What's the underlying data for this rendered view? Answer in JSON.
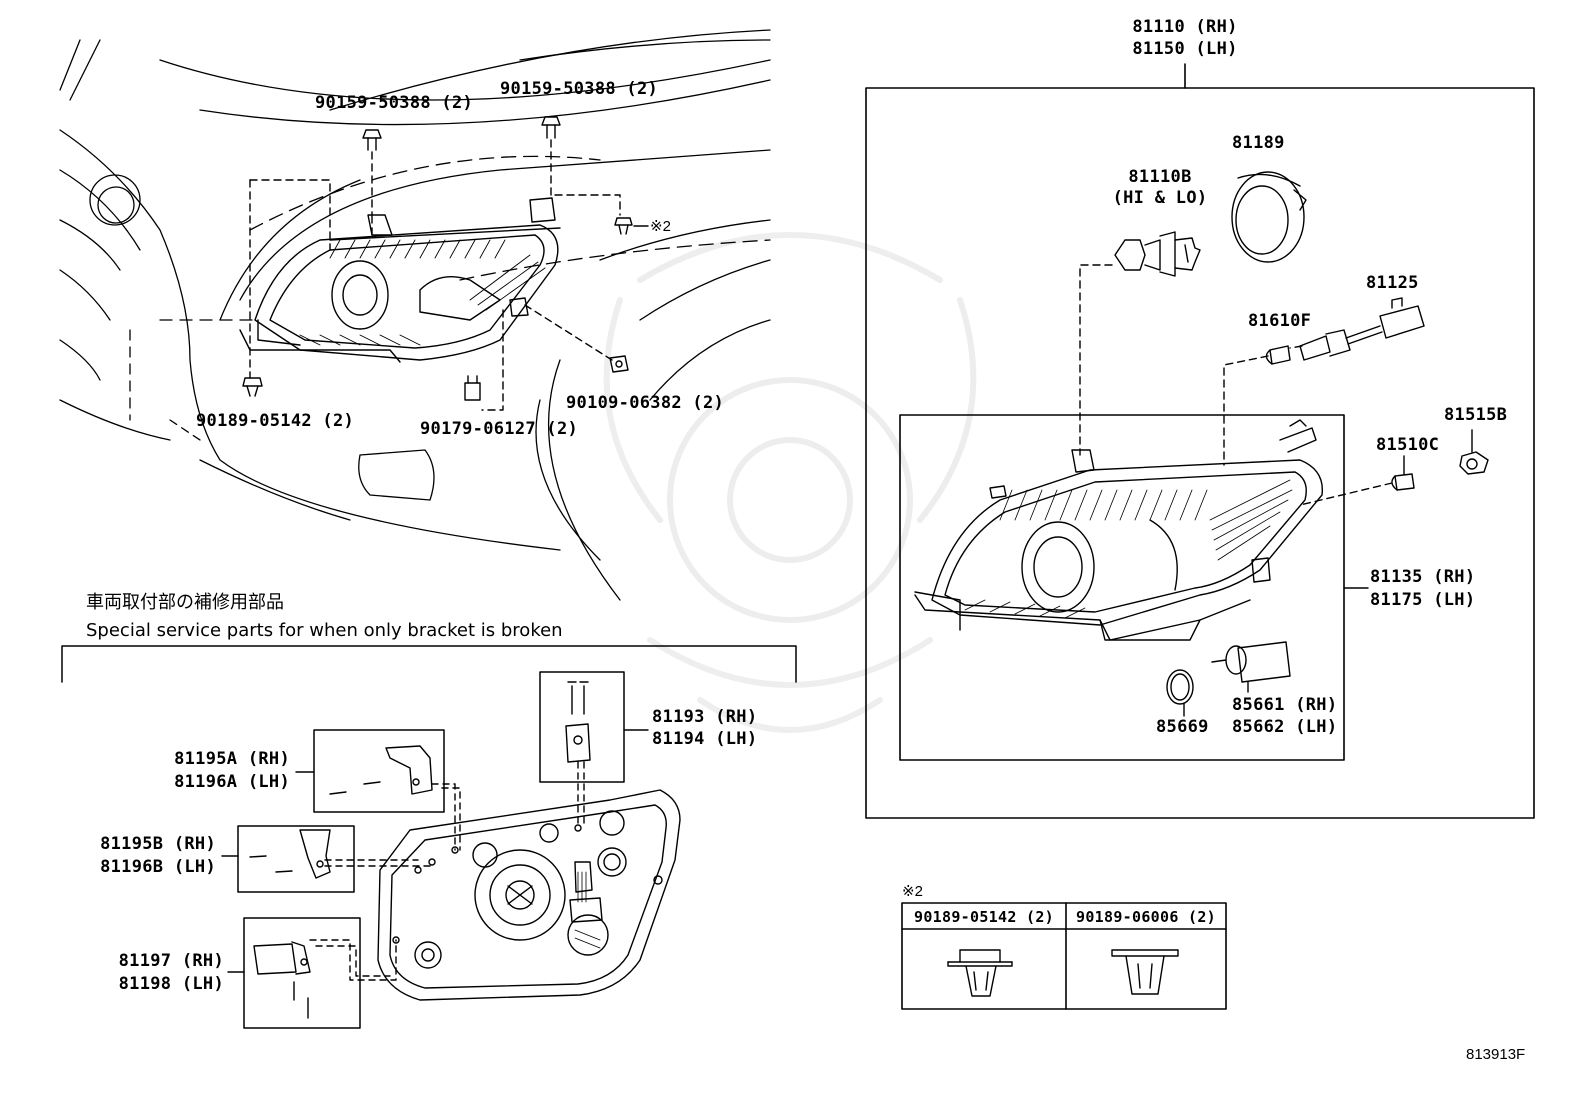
{
  "overview": {
    "bolt_left": "90159-50388 (2)",
    "bolt_right": "90159-50388 (2)",
    "clip_lower_left": "90189-05142 (2)",
    "retainer_lower": "90179-06127 (2)",
    "nut_right": "90109-06382 (2)",
    "clip_mark": "※2"
  },
  "headlamp_assembly": {
    "part_rh": "81110 (RH)",
    "part_lh": "81150 (LH)",
    "bulb": "81110B",
    "bulb_note": "(HI & LO)",
    "cover": "81189",
    "socket": "81125",
    "small_bulb": "81610F",
    "side_socket": "81515B",
    "side_bulb": "81510C",
    "unit_rh": "81135 (RH)",
    "unit_lh": "81175 (LH)",
    "gasket": "85669",
    "actuator_rh": "85661 (RH)",
    "actuator_lh": "85662 (LH)"
  },
  "repair_parts": {
    "title_jp": "車両取付部の補修用部品",
    "title_en": "Special service parts for when only bracket is broken",
    "top_rh": "81193 (RH)",
    "top_lh": "81194 (LH)",
    "a_rh": "81195A (RH)",
    "a_lh": "81196A (LH)",
    "b_rh": "81195B (RH)",
    "b_lh": "81196B (LH)",
    "c_rh": "81197 (RH)",
    "c_lh": "81198 (LH)"
  },
  "clip_table": {
    "mark": "※2",
    "headers": [
      "90189-05142 (2)",
      "90189-06006 (2)"
    ]
  },
  "diagram_ref": "813913F"
}
